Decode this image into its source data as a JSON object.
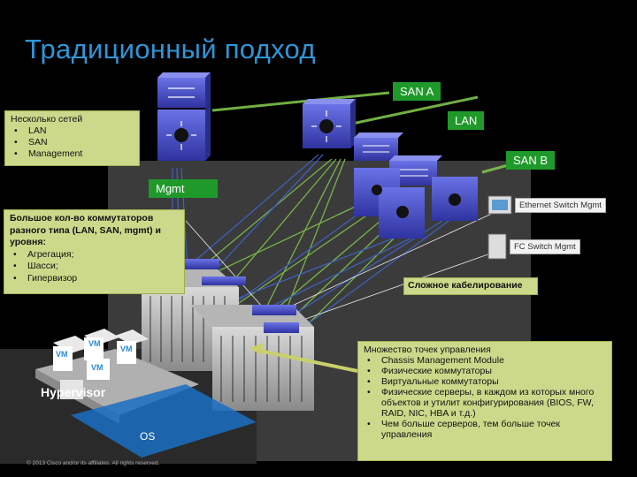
{
  "title": "Традиционный подход",
  "tags": {
    "san_a": "SAN A",
    "lan": "LAN",
    "san_b": "SAN B",
    "mgmt": "Mgmt"
  },
  "note_networks": {
    "heading": "Несколько сетей",
    "items": [
      "LAN",
      "SAN",
      "Management"
    ]
  },
  "note_switches": {
    "heading": "Большое кол-во коммутаторов разного типа (LAN, SAN, mgmt) и уровня:",
    "items": [
      "Агрегация;",
      "Шасси;",
      "Гипервизор"
    ]
  },
  "labels": {
    "ethernet_mgmt": "Ethernet Switch Mgmt",
    "fc_mgmt": "FC Switch Mgmt",
    "cabling": "Сложное кабелирование",
    "hypervisor": "Hypervisor",
    "os": "OS",
    "vm": "VM"
  },
  "note_mgmt": {
    "heading": "Множество точек управления",
    "items": [
      "Chassis Management Module",
      "Физические коммутаторы",
      "Виртуальные коммутаторы",
      "Физические серверы, в каждом из которых много объектов и утилит конфигурирования (BIOS, FW, RAID, NIC, HBA и т.д.)",
      "Чем больше серверов, тем больше точек управления"
    ]
  },
  "footer": "© 2013 Cisco and/or its affiliates. All rights reserved.",
  "colors": {
    "title": "#2f95d6",
    "tag_green": "#1f9a2a",
    "note_fill": "#cdd98a",
    "switch_blue": "#4a51c8",
    "cable_green": "#7fc24b",
    "cable_blue": "#3f63c9"
  }
}
